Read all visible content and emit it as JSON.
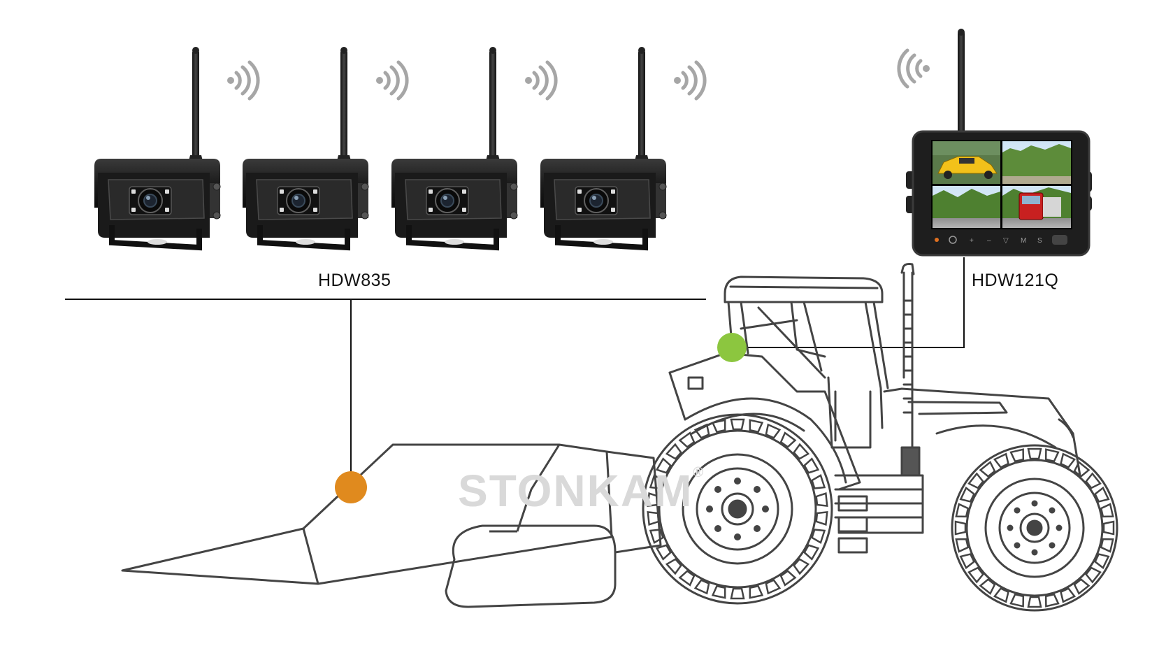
{
  "labels": {
    "camera_model": "HDW835",
    "monitor_model": "HDW121Q"
  },
  "watermark": {
    "text": "STONKAM",
    "mark": "®"
  },
  "cameras": [
    {
      "id": 1
    },
    {
      "id": 2
    },
    {
      "id": 3
    },
    {
      "id": 4
    }
  ],
  "monitor": {
    "quad_views": [
      "car",
      "forest-road",
      "trees",
      "truck"
    ],
    "buttons": [
      "power",
      "plus",
      "minus",
      "down",
      "menu",
      "mode"
    ]
  },
  "markers": {
    "camera_marker_color": "#e08a1e",
    "monitor_marker_color": "#8cc63f"
  },
  "colors": {
    "line_art": "#444444",
    "connector": "#111111",
    "wifi_wave": "#a6a6a6",
    "device_body": "#1e1e1e"
  },
  "icons": [
    "wifi-signal-icon",
    "antenna-icon",
    "camera-lens-icon"
  ]
}
